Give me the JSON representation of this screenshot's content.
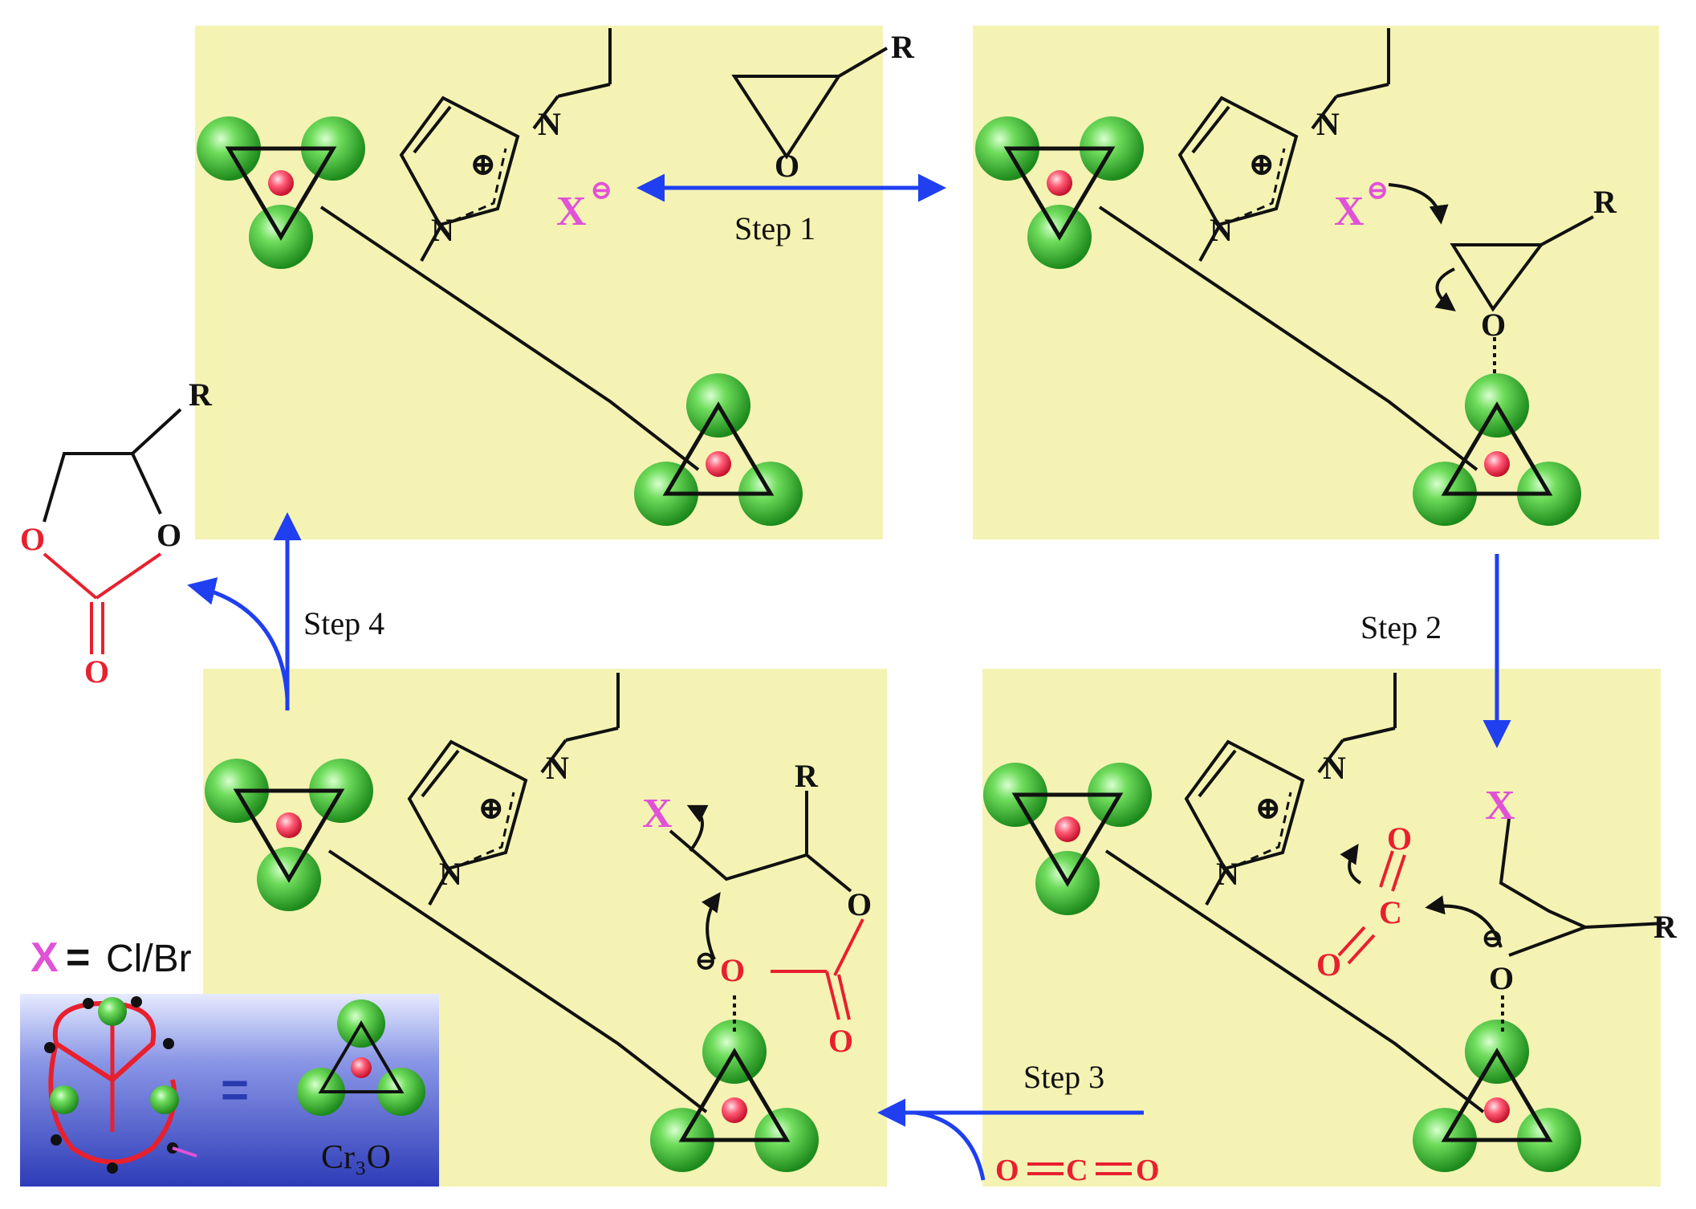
{
  "steps": {
    "step1": "Step 1",
    "step2": "Step 2",
    "step3": "Step 3",
    "step4": "Step 4"
  },
  "atoms": {
    "o": "O",
    "n": "N",
    "r": "R",
    "c": "C",
    "x": "X",
    "plus": "⊕",
    "minus": "⊖"
  },
  "legend": {
    "x_symbol": "X",
    "equals": "=",
    "halides": "Cl/Br",
    "cluster_label": "Cr₃O",
    "eq_sign": "="
  },
  "co2": {
    "o_left": "O",
    "c": "C",
    "o_right": "O"
  },
  "colors": {
    "panel": "#f4f3b3",
    "metal": "#3fbf3a",
    "center": "#e8374f",
    "arrow": "#1f3ff0",
    "halide": "#e052d6",
    "carbonate": "#e8202e",
    "legend_bg": "#4a56c8"
  }
}
